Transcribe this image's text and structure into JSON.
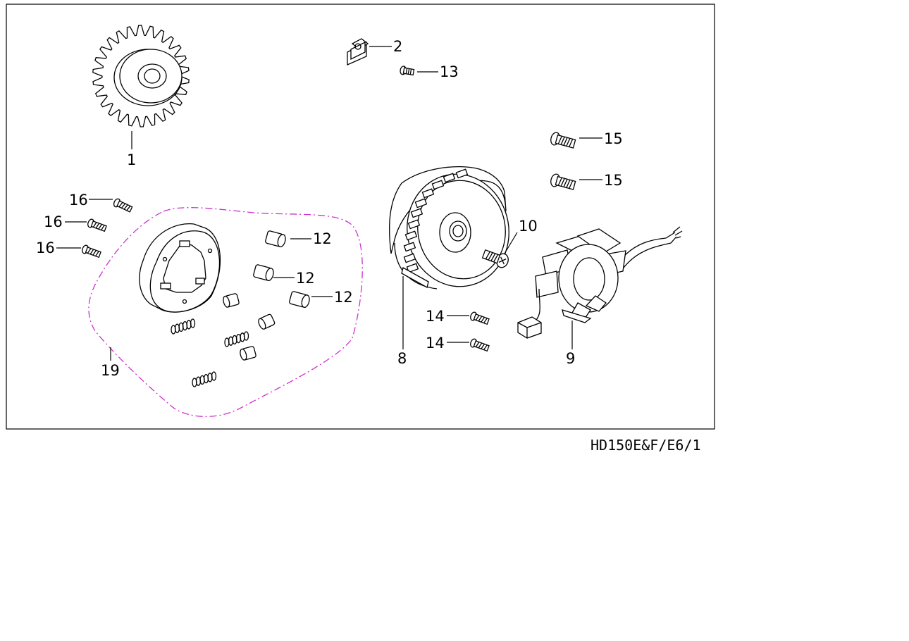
{
  "diagram_code": "HD150E&F/E6/1",
  "parts": [
    {
      "id": "gear",
      "label": "1"
    },
    {
      "id": "bracket",
      "label": "2"
    },
    {
      "id": "flywheel",
      "label": "8"
    },
    {
      "id": "stator",
      "label": "9"
    },
    {
      "id": "flywheel-bolt",
      "label": "10"
    },
    {
      "id": "roller-1",
      "label": "12"
    },
    {
      "id": "roller-2",
      "label": "12"
    },
    {
      "id": "roller-3",
      "label": "12"
    },
    {
      "id": "small-screw",
      "label": "13"
    },
    {
      "id": "stator-screw-1",
      "label": "14"
    },
    {
      "id": "stator-screw-2",
      "label": "14"
    },
    {
      "id": "bolt-15a",
      "label": "15"
    },
    {
      "id": "bolt-15b",
      "label": "15"
    },
    {
      "id": "bolt-16a",
      "label": "16"
    },
    {
      "id": "bolt-16b",
      "label": "16"
    },
    {
      "id": "bolt-16c",
      "label": "16"
    },
    {
      "id": "clutch-assembly",
      "label": "19"
    }
  ],
  "colors": {
    "outline": "#000000",
    "assembly_group": "#cc33cc",
    "background": "#ffffff"
  }
}
